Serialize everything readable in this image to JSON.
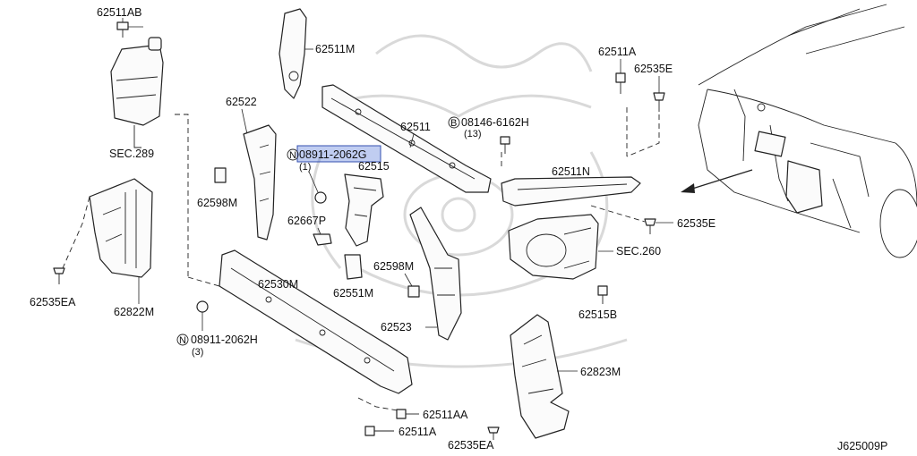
{
  "diagram_id": "J625009P",
  "highlighted_part": "08911-2062G",
  "labels": {
    "p62511AB": "62511AB",
    "sec289": "SEC.289",
    "p62822M": "62822M",
    "p62535EA_left": "62535EA",
    "p62511M": "62511M",
    "p62522": "62522",
    "p62598M_left": "62598M",
    "n08911_2062G": "08911-2062G",
    "n08911_2062G_qty": "(1)",
    "p62515": "62515",
    "p62667P": "62667P",
    "p62511": "62511",
    "b08146_6162H": "08146-6162H",
    "b08146_qty": "(13)",
    "p62511N": "62511N",
    "p62511A_top": "62511A",
    "p62535E_top": "62535E",
    "p62535E_mid": "62535E",
    "sec260": "SEC.260",
    "p62515B": "62515B",
    "p62598M_mid": "62598M",
    "p62551M": "62551M",
    "p62530M": "62530M",
    "p62523": "62523",
    "n08911_2062H": "08911-2062H",
    "n08911_2062H_qty": "(3)",
    "p62823M": "62823M",
    "p62511AA": "62511AA",
    "p62511A_bottom": "62511A",
    "p62535EA_bottom": "62535EA",
    "circle_N": "N",
    "circle_B": "B"
  }
}
